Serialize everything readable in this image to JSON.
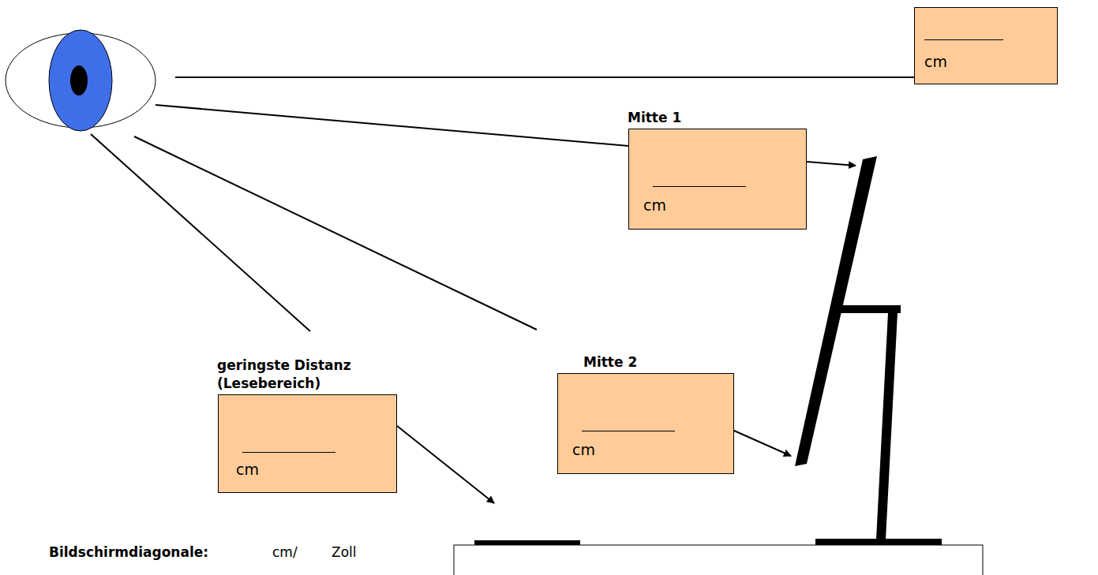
{
  "diagram": {
    "nodes": [
      {
        "text": [
          "cm"
        ]
      },
      {
        "text": [
          "Mitte 1",
          "cm"
        ]
      },
      {
        "text": [
          "Mitte 2",
          "cm"
        ]
      },
      {
        "text": [
          "geringste Distanz (Lesebereich)",
          "cm"
        ]
      }
    ],
    "labels": [
      "Bildschirmdiagonale:",
      "cm/",
      "Zoll"
    ]
  }
}
